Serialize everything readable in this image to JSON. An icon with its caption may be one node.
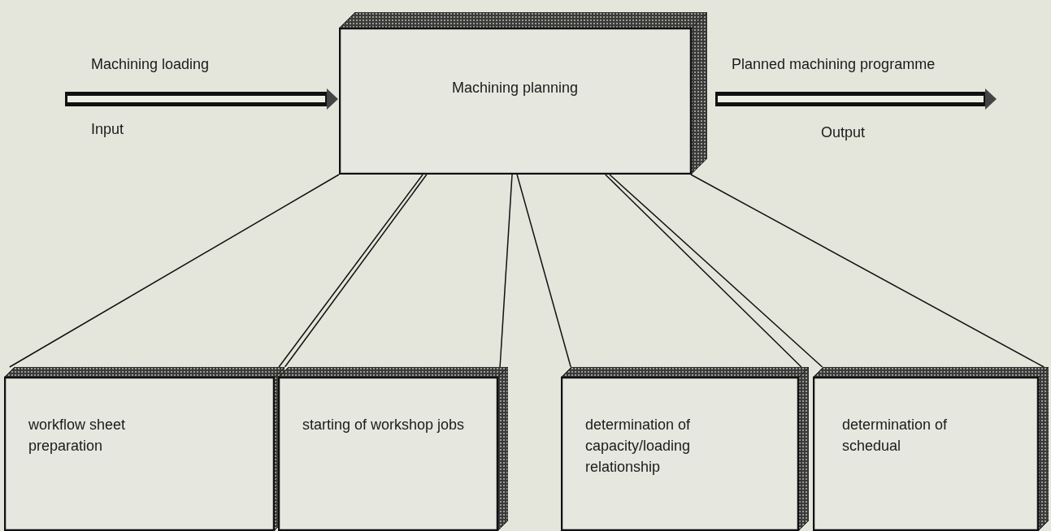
{
  "diagram": {
    "nodes": [
      {
        "text": [
          "Machining planning"
        ]
      },
      {
        "text": [
          "workflow sheet preparation"
        ]
      },
      {
        "text": [
          "starting of workshop jobs"
        ]
      },
      {
        "text": [
          "determination of capacity/loading relationship"
        ]
      },
      {
        "text": [
          "determination of schedual"
        ]
      }
    ],
    "edges": [
      {
        "from": null,
        "to": 0,
        "arrow": "to",
        "label": "Machining loading",
        "style": "thick"
      },
      {
        "from": 0,
        "to": null,
        "arrow": "to",
        "label": "Planned machining programme",
        "style": "thick"
      },
      {
        "from": 0,
        "to": 1,
        "arrow": "none"
      },
      {
        "from": 0,
        "to": 1,
        "arrow": "none"
      },
      {
        "from": 0,
        "to": 2,
        "arrow": "none"
      },
      {
        "from": 0,
        "to": 2,
        "arrow": "none"
      },
      {
        "from": 0,
        "to": 3,
        "arrow": "none"
      },
      {
        "from": 0,
        "to": 3,
        "arrow": "none"
      },
      {
        "from": 0,
        "to": 4,
        "arrow": "none"
      },
      {
        "from": 0,
        "to": 4,
        "arrow": "none"
      }
    ],
    "labels": [
      "Input",
      "Output"
    ]
  }
}
